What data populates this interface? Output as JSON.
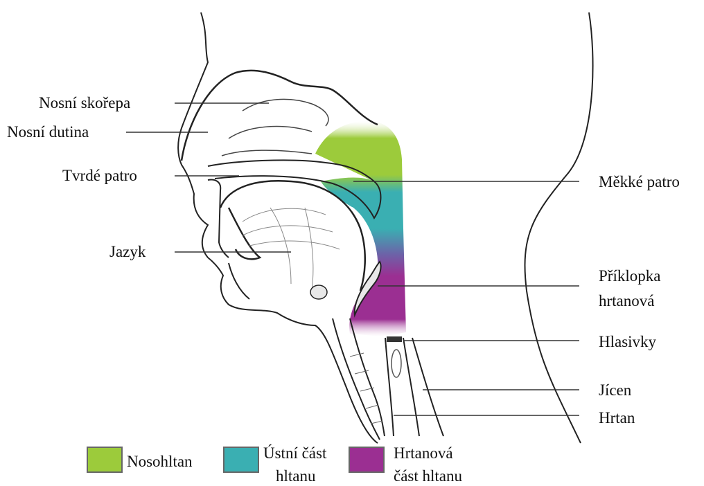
{
  "labels": {
    "nosni_skorepa": "Nosní skořepa",
    "nosni_dutina": "Nosní dutina",
    "tvrde_patro": "Tvrdé patro",
    "jazyk": "Jazyk",
    "mekke_patro": "Měkké patro",
    "priklopka_line1": "Příklopka",
    "priklopka_line2": "hrtanová",
    "hlasivky": "Hlasivky",
    "jicen": "Jícen",
    "hrtan": "Hrtan"
  },
  "legend": [
    {
      "line1": "Nosohltan",
      "line2": "",
      "color": "#9ccb3b"
    },
    {
      "line1": "Ústní část",
      "line2": "hltanu",
      "color": "#3aafb2"
    },
    {
      "line1": "Hrtanová",
      "line2": "část hltanu",
      "color": "#9b2f92"
    }
  ],
  "colors": {
    "nasopharynx": "#9ccb3b",
    "oropharynx": "#3aafb2",
    "mid": "#6d62a8",
    "laryngopharynx": "#9b2f92",
    "outline": "#222222",
    "leader": "#333333"
  }
}
